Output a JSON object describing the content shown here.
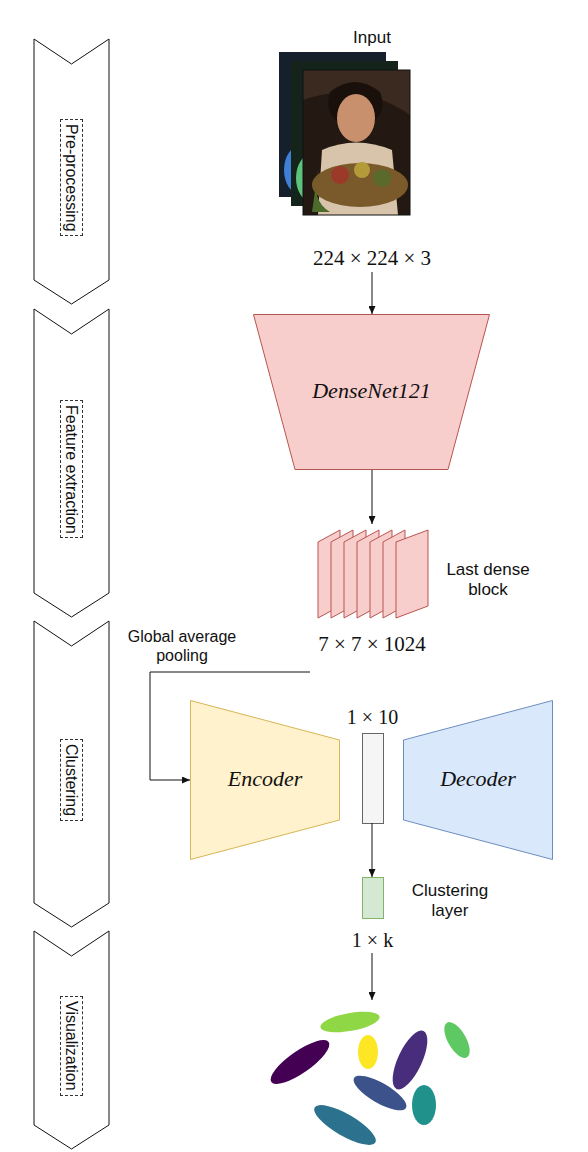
{
  "diagram": {
    "nodes": [
      {
        "text": [
          "Pre-processing"
        ]
      },
      {
        "text": [
          "Feature extraction"
        ]
      },
      {
        "text": [
          "Clustering"
        ]
      },
      {
        "text": [
          "Visualization"
        ]
      },
      {
        "text": [
          "Input",
          "224 × 224 × 3"
        ]
      },
      {
        "text": [
          "DenseNet121"
        ]
      },
      {
        "text": [
          "Last dense block",
          "7 × 7 × 1024"
        ]
      },
      {
        "text": [
          "Encoder"
        ]
      },
      {
        "text": [
          "1 × 10"
        ]
      },
      {
        "text": [
          "Decoder"
        ]
      },
      {
        "text": [
          "Clustering layer",
          "1 × k"
        ]
      }
    ],
    "edges": [
      {
        "from": 4,
        "to": 5,
        "arrow": "to"
      },
      {
        "from": 5,
        "to": 6,
        "arrow": "to"
      },
      {
        "from": 6,
        "to": 7,
        "label": "Global average pooling",
        "arrow": "to"
      },
      {
        "from": 8,
        "to": 10,
        "arrow": "to"
      }
    ]
  }
}
